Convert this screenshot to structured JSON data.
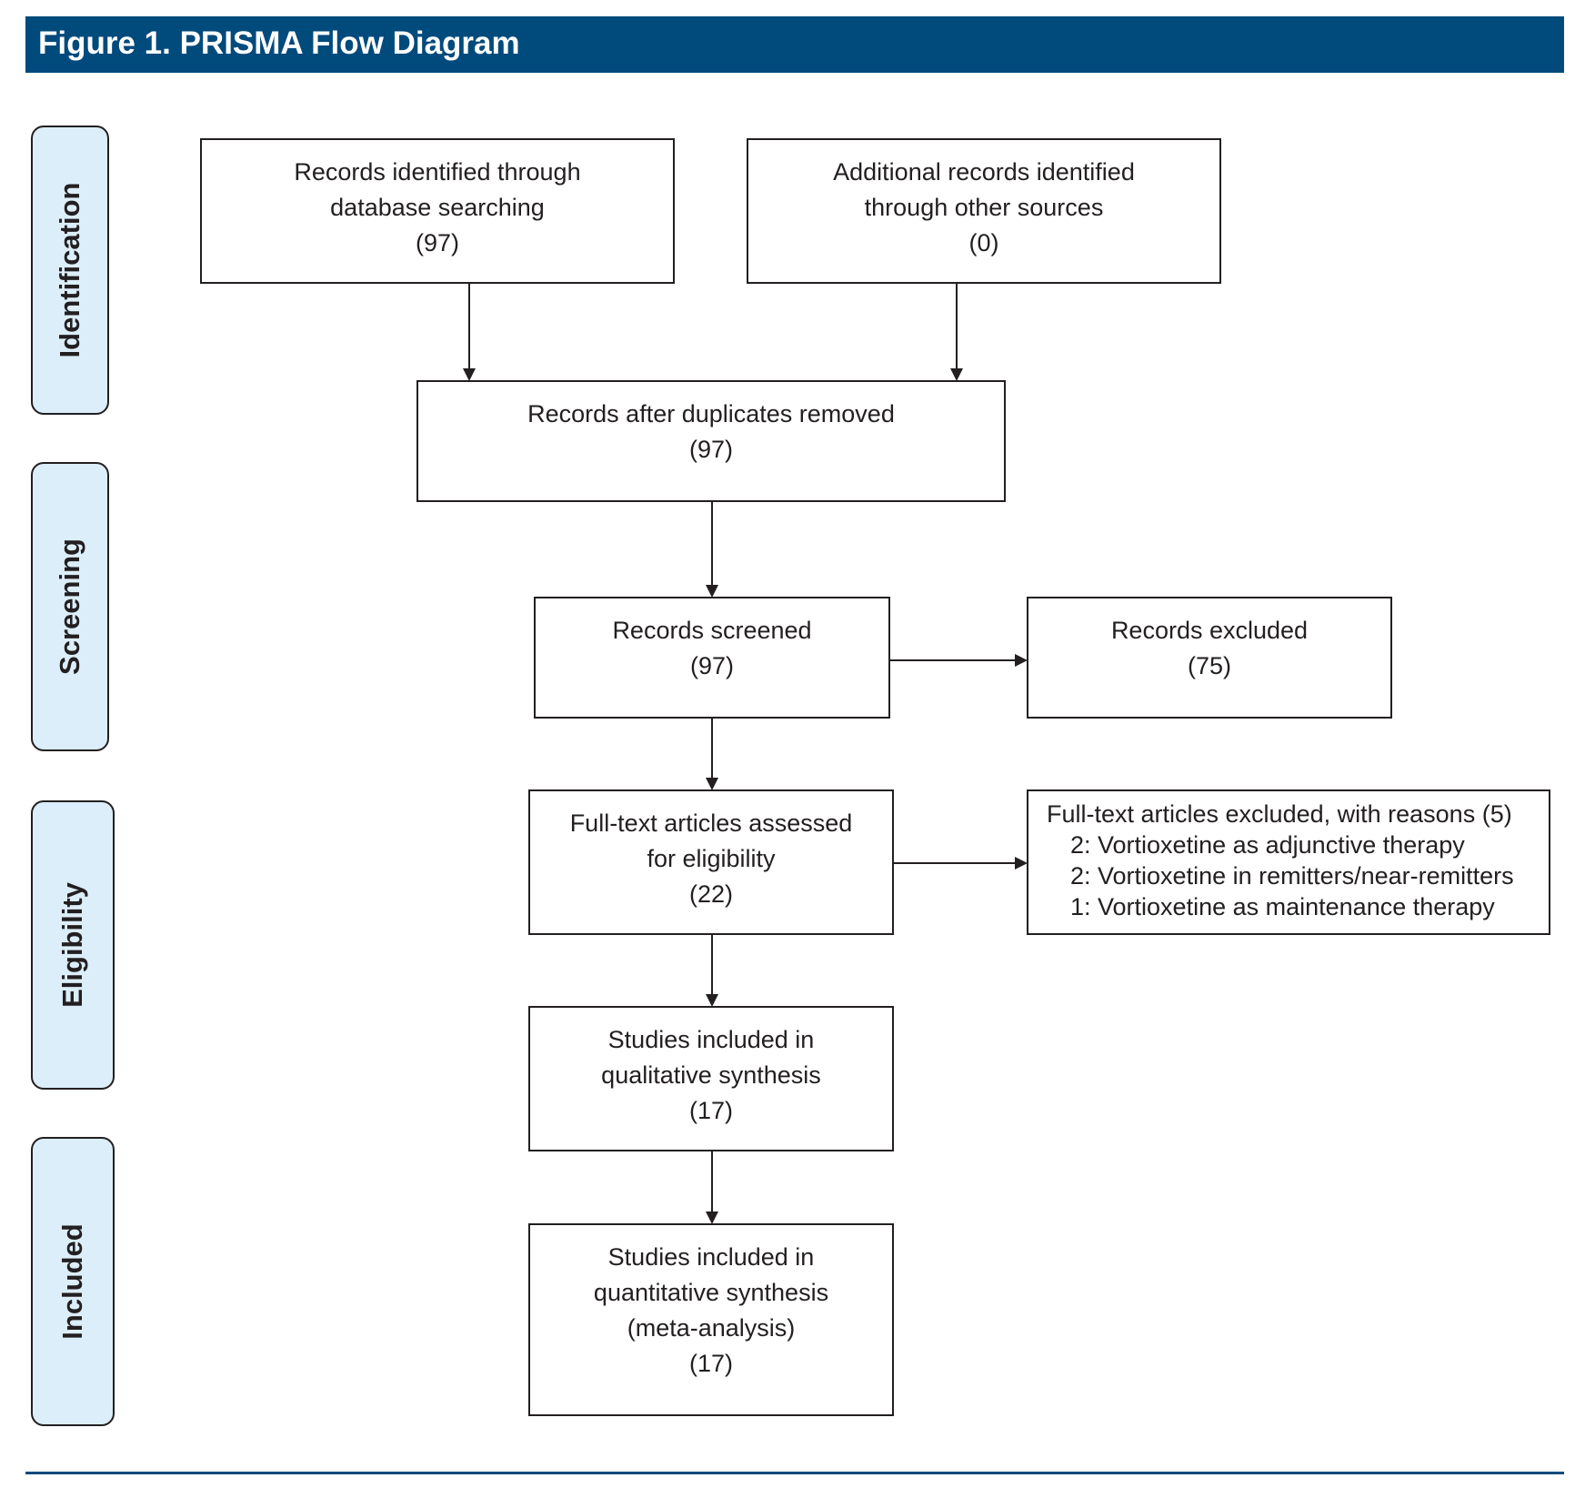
{
  "header": {
    "title": "Figure 1. PRISMA Flow Diagram"
  },
  "stages": {
    "identification": "Identification",
    "screening": "Screening",
    "eligibility": "Eligibility",
    "included": "Included"
  },
  "boxes": {
    "database": {
      "lines": [
        "Records identified through",
        "database searching",
        "(97)"
      ]
    },
    "other": {
      "lines": [
        "Additional records identified",
        "through other sources",
        "(0)"
      ]
    },
    "dedup": {
      "lines": [
        "Records after duplicates removed",
        "(97)"
      ]
    },
    "screened": {
      "lines": [
        "Records screened",
        "(97)"
      ]
    },
    "excluded": {
      "lines": [
        "Records excluded",
        "(75)"
      ]
    },
    "fulltext": {
      "lines": [
        "Full-text articles assessed",
        "for eligibility",
        "(22)"
      ]
    },
    "fulltext_excluded": {
      "title": "Full-text articles excluded, with reasons (5)",
      "reasons": [
        "2: Vortioxetine as adjunctive therapy",
        "2: Vortioxetine in remitters/near-remitters",
        "1: Vortioxetine as maintenance therapy"
      ]
    },
    "qualitative": {
      "lines": [
        "Studies included in",
        "qualitative synthesis",
        "(17)"
      ]
    },
    "quantitative": {
      "lines": [
        "Studies included in",
        "quantitative synthesis",
        "(meta-analysis)",
        "(17)"
      ]
    }
  }
}
